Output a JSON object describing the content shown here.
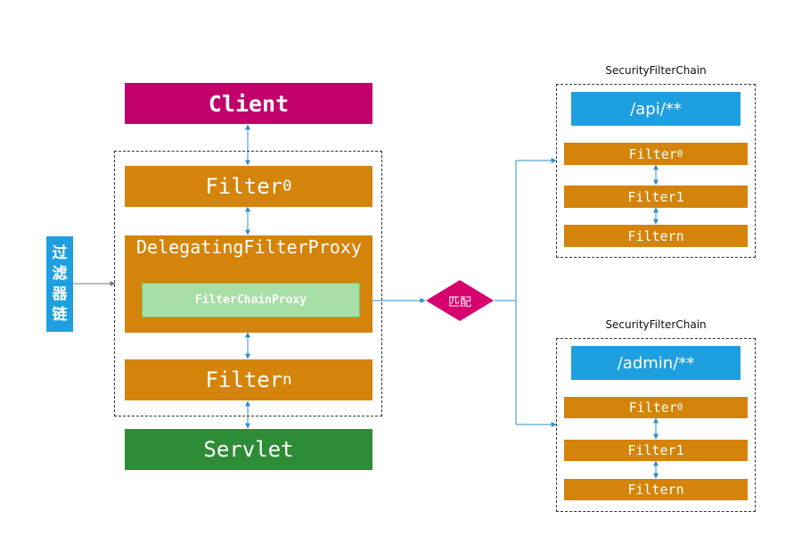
{
  "colors": {
    "client": "#C2006B",
    "filter": "#D4840A",
    "proxy": "#A8DFA6",
    "proxy_border": "#6FC46C",
    "servlet": "#2E8B36",
    "blue": "#1E9FE0",
    "match": "#D6006E",
    "line": "#2A8FD4",
    "gray_arrow": "#777777"
  },
  "client": {
    "label": "Client"
  },
  "main_chain": {
    "filter0": {
      "label": "Filter",
      "sub": "0"
    },
    "delegating": {
      "label": "DelegatingFilterProxy"
    },
    "proxy": {
      "label": "FilterChainProxy"
    },
    "filtern": {
      "label": "Filter",
      "sub": "n"
    }
  },
  "servlet": {
    "label": "Servlet"
  },
  "side_label": {
    "chars": [
      "过",
      "滤",
      "器",
      "链"
    ]
  },
  "match": {
    "label": "匹配"
  },
  "chains": [
    {
      "title": "SecurityFilterChain",
      "pattern": "/api/**",
      "filter0": {
        "label": "Filter",
        "sub": "0"
      },
      "filter1": {
        "label": "Filter1"
      },
      "filtern": {
        "label": "Filtern"
      }
    },
    {
      "title": "SecurityFilterChain",
      "pattern": "/admin/**",
      "filter0": {
        "label": "Filter",
        "sub": "0"
      },
      "filter1": {
        "label": "Filter1"
      },
      "filtern": {
        "label": "Filtern"
      }
    }
  ]
}
